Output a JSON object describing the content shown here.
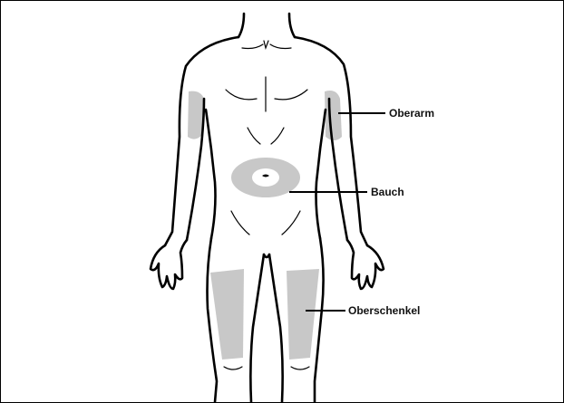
{
  "labels": {
    "upper_arm": "Oberarm",
    "abdomen": "Bauch",
    "thigh": "Oberschenkel"
  },
  "colors": {
    "outline": "#000000",
    "injection_zone": "#c8c8c8",
    "background": "#ffffff"
  }
}
